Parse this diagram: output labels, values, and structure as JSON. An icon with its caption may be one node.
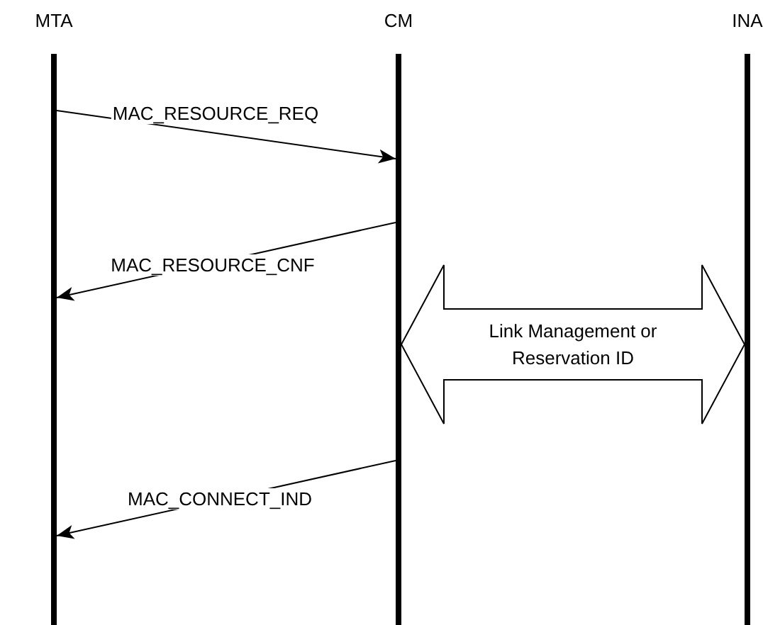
{
  "diagram": {
    "nodes": [
      {
        "text": [
          "MTA"
        ]
      },
      {
        "text": [
          "CM"
        ]
      },
      {
        "text": [
          "INA"
        ]
      }
    ],
    "edges": [
      {
        "from": 0,
        "to": 1,
        "arrow": "to",
        "label": "MAC_RESOURCE_REQ"
      },
      {
        "from": 1,
        "to": 0,
        "arrow": "to",
        "label": "MAC_RESOURCE_CNF"
      },
      {
        "from": 1,
        "to": 2,
        "arrow": "both",
        "label": "Link Management or Reservation ID",
        "style": "thick"
      },
      {
        "from": 1,
        "to": 0,
        "arrow": "to",
        "label": "MAC_CONNECT_IND"
      }
    ]
  }
}
